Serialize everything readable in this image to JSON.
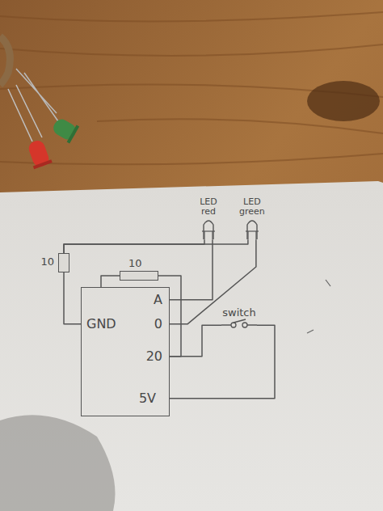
{
  "diagram": {
    "nodes": [
      {
        "text": [
          "LED red"
        ]
      },
      {
        "text": [
          "LED green"
        ]
      },
      {
        "text": [
          "10"
        ]
      },
      {
        "text": [
          "10"
        ]
      },
      {
        "text": [
          "A",
          "GND",
          "0",
          "20",
          "5V"
        ]
      },
      {
        "text": [
          "switch"
        ]
      }
    ],
    "edges": [
      {
        "from": 2,
        "to": 0,
        "arrow": "none"
      },
      {
        "from": 2,
        "to": 1,
        "arrow": "none"
      },
      {
        "from": 2,
        "to": 4,
        "arrow": "none"
      },
      {
        "from": 0,
        "to": 4,
        "arrow": "none"
      },
      {
        "from": 1,
        "to": 4,
        "arrow": "none"
      },
      {
        "from": 3,
        "to": 4,
        "arrow": "none"
      },
      {
        "from": 3,
        "to": 4,
        "arrow": "none"
      },
      {
        "from": 4,
        "to": 5,
        "arrow": "none"
      },
      {
        "from": 5,
        "to": 4,
        "arrow": "none"
      }
    ]
  }
}
